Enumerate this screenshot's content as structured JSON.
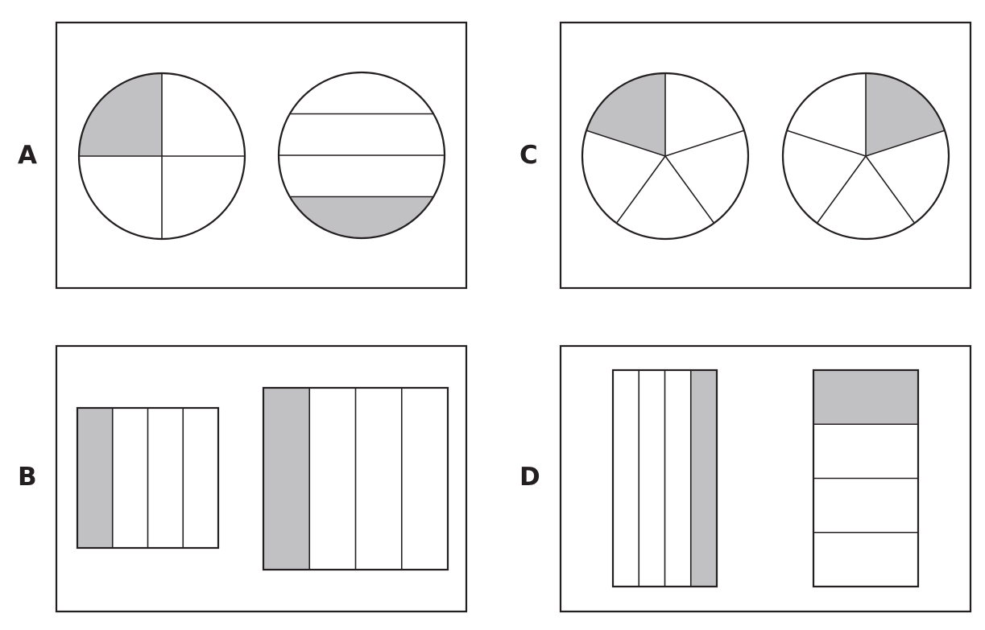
{
  "colors": {
    "shaded": "#c1c1c3",
    "unshaded": "#ffffff",
    "line": "#231f20"
  },
  "options": [
    {
      "label": "A",
      "figures": [
        {
          "shape": "circle",
          "division": "quadrants",
          "parts": 4,
          "shaded_parts": [
            0
          ]
        },
        {
          "shape": "circle",
          "division": "horizontal-strips",
          "parts": 4,
          "shaded_parts": [
            3
          ]
        }
      ]
    },
    {
      "label": "B",
      "figures": [
        {
          "shape": "rectangle",
          "division": "vertical-strips",
          "parts": 4,
          "shaded_parts": [
            0
          ]
        },
        {
          "shape": "rectangle",
          "division": "vertical-strips",
          "parts": 4,
          "shaded_parts": [
            0
          ]
        }
      ]
    },
    {
      "label": "C",
      "figures": [
        {
          "shape": "circle",
          "division": "sectors",
          "parts": 5,
          "shaded_parts": [
            0
          ]
        },
        {
          "shape": "circle",
          "division": "sectors",
          "parts": 5,
          "shaded_parts": [
            1
          ]
        }
      ]
    },
    {
      "label": "D",
      "figures": [
        {
          "shape": "rectangle",
          "division": "vertical-strips",
          "parts": 4,
          "shaded_parts": [
            3
          ]
        },
        {
          "shape": "rectangle",
          "division": "horizontal-strips",
          "parts": 4,
          "shaded_parts": [
            0
          ]
        }
      ]
    }
  ]
}
